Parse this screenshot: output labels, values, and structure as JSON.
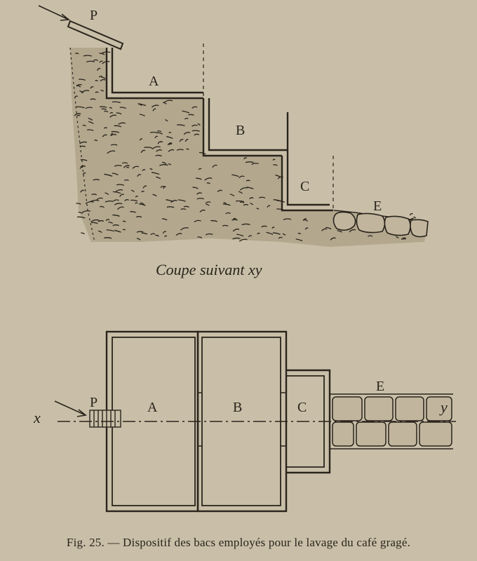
{
  "section_view": {
    "labels": {
      "p": "P",
      "a": "A",
      "b": "B",
      "c": "C",
      "e": "E"
    },
    "title": "Coupe suivant xy"
  },
  "plan_view": {
    "labels": {
      "x": "x",
      "y": "y",
      "p": "P",
      "a": "A",
      "b": "B",
      "c": "C",
      "e": "E"
    }
  },
  "caption": "Fig. 25. — Dispositif des bacs employés pour le lavage du café gragé.",
  "colors": {
    "paper": "#c9bfa8",
    "ink": "#2a241c"
  }
}
